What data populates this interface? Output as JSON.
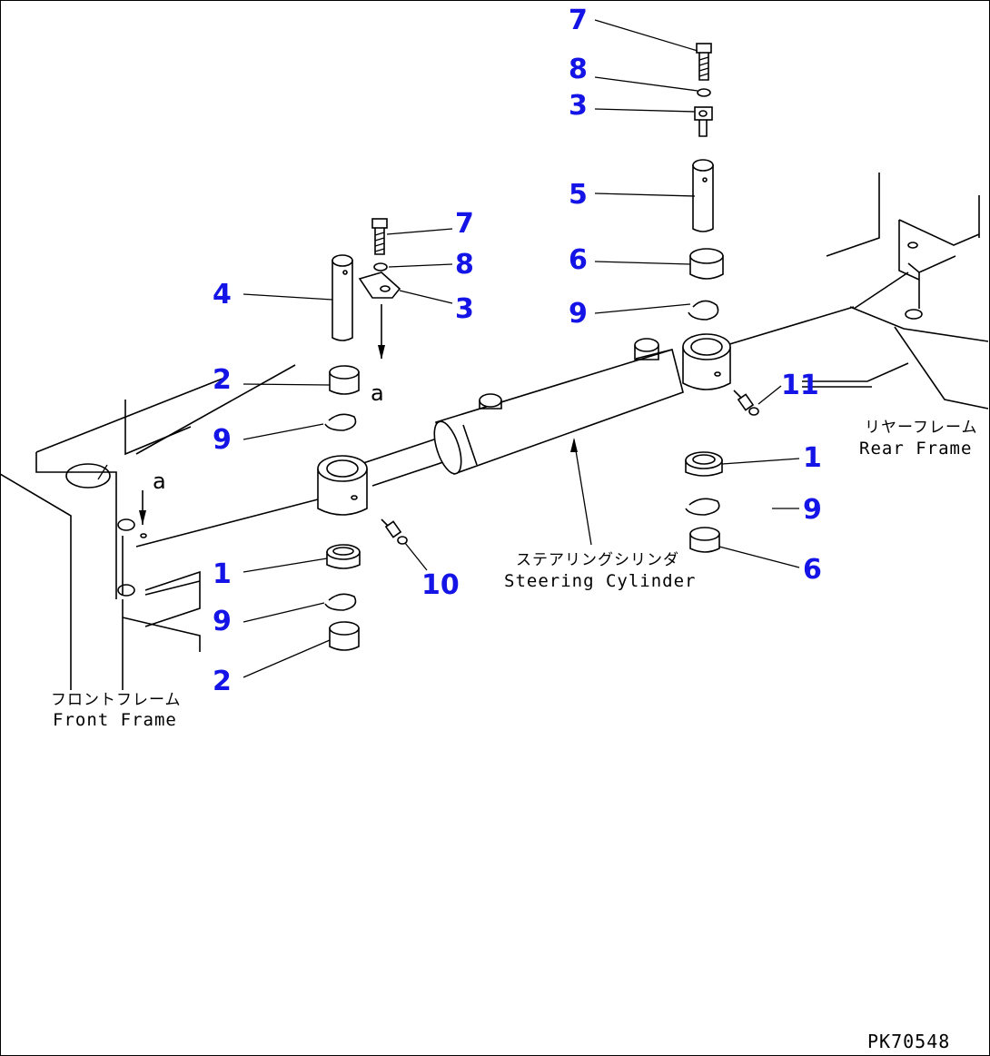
{
  "callouts": [
    {
      "id": "c7t",
      "text": "7"
    },
    {
      "id": "c8t",
      "text": "8"
    },
    {
      "id": "c3t",
      "text": "3"
    },
    {
      "id": "c5",
      "text": "5"
    },
    {
      "id": "c6t",
      "text": "6"
    },
    {
      "id": "c9t",
      "text": "9"
    },
    {
      "id": "c7l",
      "text": "7"
    },
    {
      "id": "c8l",
      "text": "8"
    },
    {
      "id": "c3l",
      "text": "3"
    },
    {
      "id": "c4",
      "text": "4"
    },
    {
      "id": "c2t",
      "text": "2"
    },
    {
      "id": "c9l",
      "text": "9"
    },
    {
      "id": "c11",
      "text": "11"
    },
    {
      "id": "c1r",
      "text": "1"
    },
    {
      "id": "c9r",
      "text": "9"
    },
    {
      "id": "c6r",
      "text": "6"
    },
    {
      "id": "c10",
      "text": "10"
    },
    {
      "id": "c1l",
      "text": "1"
    },
    {
      "id": "c9b",
      "text": "9"
    },
    {
      "id": "c2b",
      "text": "2"
    }
  ],
  "labels": {
    "rear_frame_jp": "リヤーフレーム",
    "rear_frame_en": "Rear Frame",
    "front_frame_jp": "フロントフレーム",
    "front_frame_en": "Front Frame",
    "steering_cylinder_jp": "ステアリングシリンダ",
    "steering_cylinder_en": "Steering Cylinder",
    "mark_a_upper": "a",
    "mark_a_lower": "a",
    "drawing_ref": "PK70548"
  }
}
